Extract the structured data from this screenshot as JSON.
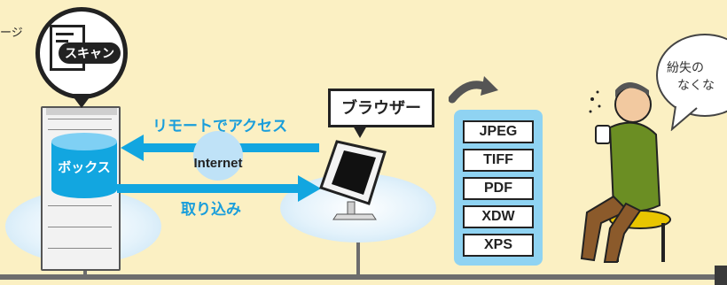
{
  "top_left_fragment": "ージ",
  "scan_badge": "スキャン",
  "box_label": "ボックス",
  "arrow_remote_access": "リモートでアクセス",
  "arrow_import": "取り込み",
  "internet_label": "Internet",
  "browser_label": "ブラウザー",
  "formats": [
    "JPEG",
    "TIFF",
    "PDF",
    "XDW",
    "XPS"
  ],
  "speech_line1": "紛失の",
  "speech_line2": "なくな",
  "colors": {
    "background": "#FBF0C3",
    "accent_cyan": "#12A6E0",
    "formats_panel": "#8FD3F2",
    "network_line": "#6d6d6d"
  },
  "icons": [
    "document-icon",
    "multifunction-printer-icon",
    "storage-cylinder-icon",
    "tablet-terminal-icon",
    "curved-arrow-icon",
    "person-with-cup-icon"
  ]
}
